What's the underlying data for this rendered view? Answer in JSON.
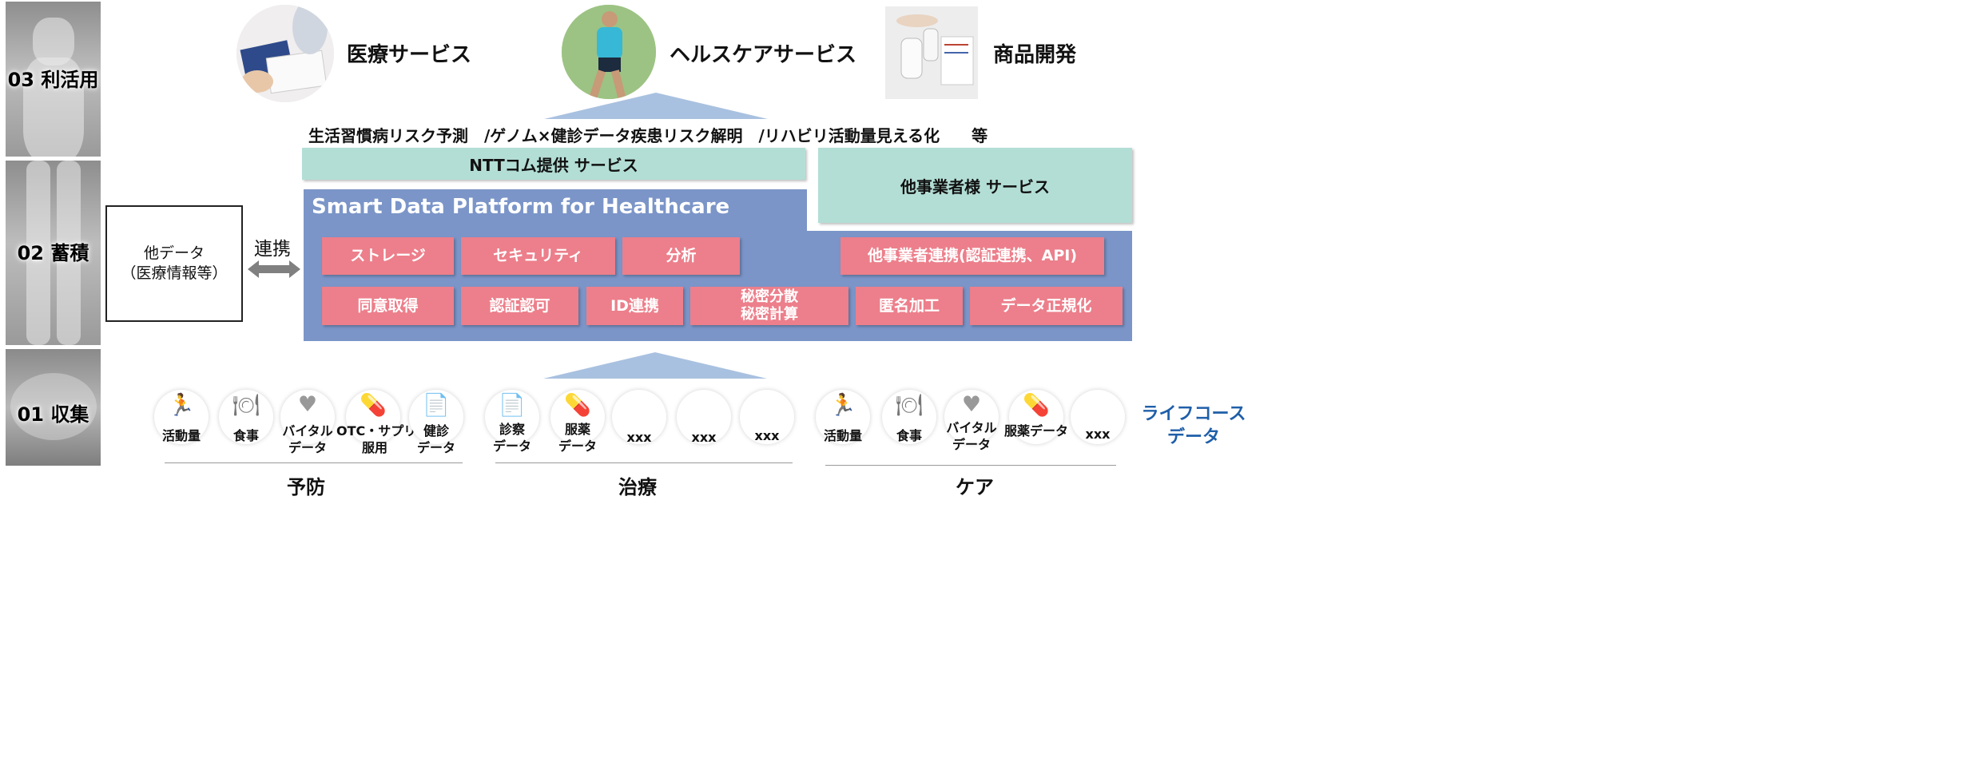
{
  "layers": [
    {
      "label": "03 利活用"
    },
    {
      "label": "02 蓄積"
    },
    {
      "label": "01 収集"
    }
  ],
  "services": [
    {
      "label": "医療サービス",
      "icon": "medical-consultation-photo"
    },
    {
      "label": "ヘルスケアサービス",
      "icon": "runner-photo"
    },
    {
      "label": "商品開発",
      "icon": "lab-product-photo"
    }
  ],
  "use_cases_line": "生活習慣病リスク予測　/ゲノム×健診データ疾患リスク解明　/リハビリ活動量見える化　　等",
  "ntt_service": "NTTコム提供 サービス",
  "other_service": "他事業者様 サービス",
  "platform_title": "Smart Data Platform for Healthcare",
  "platform_row1": [
    "ストレージ",
    "セキュリティ",
    "分析"
  ],
  "platform_partner": "他事業者連携(認証連携、API)",
  "platform_row2": [
    "同意取得",
    "認証認可",
    "ID連携",
    "秘密分散\n秘密計算",
    "匿名加工",
    "データ正規化"
  ],
  "other_data": {
    "line1": "他データ",
    "line2": "（医療情報等）"
  },
  "link_label": "連携",
  "collection": {
    "prevention": [
      {
        "label": "活動量",
        "icon": "running-person-icon"
      },
      {
        "label": "食事",
        "icon": "meal-plate-icon"
      },
      {
        "label": "バイタル\nデータ",
        "icon": "heart-pulse-icon"
      },
      {
        "label": "OTC・サプリ\n服用",
        "icon": "pill-capsule-icon"
      },
      {
        "label": "健診\nデータ",
        "icon": "document-icon"
      }
    ],
    "treatment": [
      {
        "label": "診察\nデータ",
        "icon": "document-icon"
      },
      {
        "label": "服薬\nデータ",
        "icon": "pill-capsule-icon"
      },
      {
        "label": "xxx",
        "icon": ""
      },
      {
        "label": "xxx",
        "icon": ""
      },
      {
        "label": "xxx",
        "icon": ""
      }
    ],
    "care": [
      {
        "label": "活動量",
        "icon": "running-person-icon"
      },
      {
        "label": "食事",
        "icon": "meal-plate-icon"
      },
      {
        "label": "バイタル\nデータ",
        "icon": "heart-pulse-icon"
      },
      {
        "label": "服薬データ",
        "icon": "pill-capsule-icon"
      },
      {
        "label": "xxx",
        "icon": ""
      }
    ]
  },
  "categories": [
    "予防",
    "治療",
    "ケア"
  ],
  "lifecourse": "ライフコース\nデータ",
  "colors": {
    "platform_blue": "#7b95c8",
    "pink": "#ec7f8b",
    "green": "#b3ded5",
    "triangle": "#a9c1e0",
    "lifecourse_text": "#1f5fa8",
    "arrow_gray": "#808080"
  }
}
